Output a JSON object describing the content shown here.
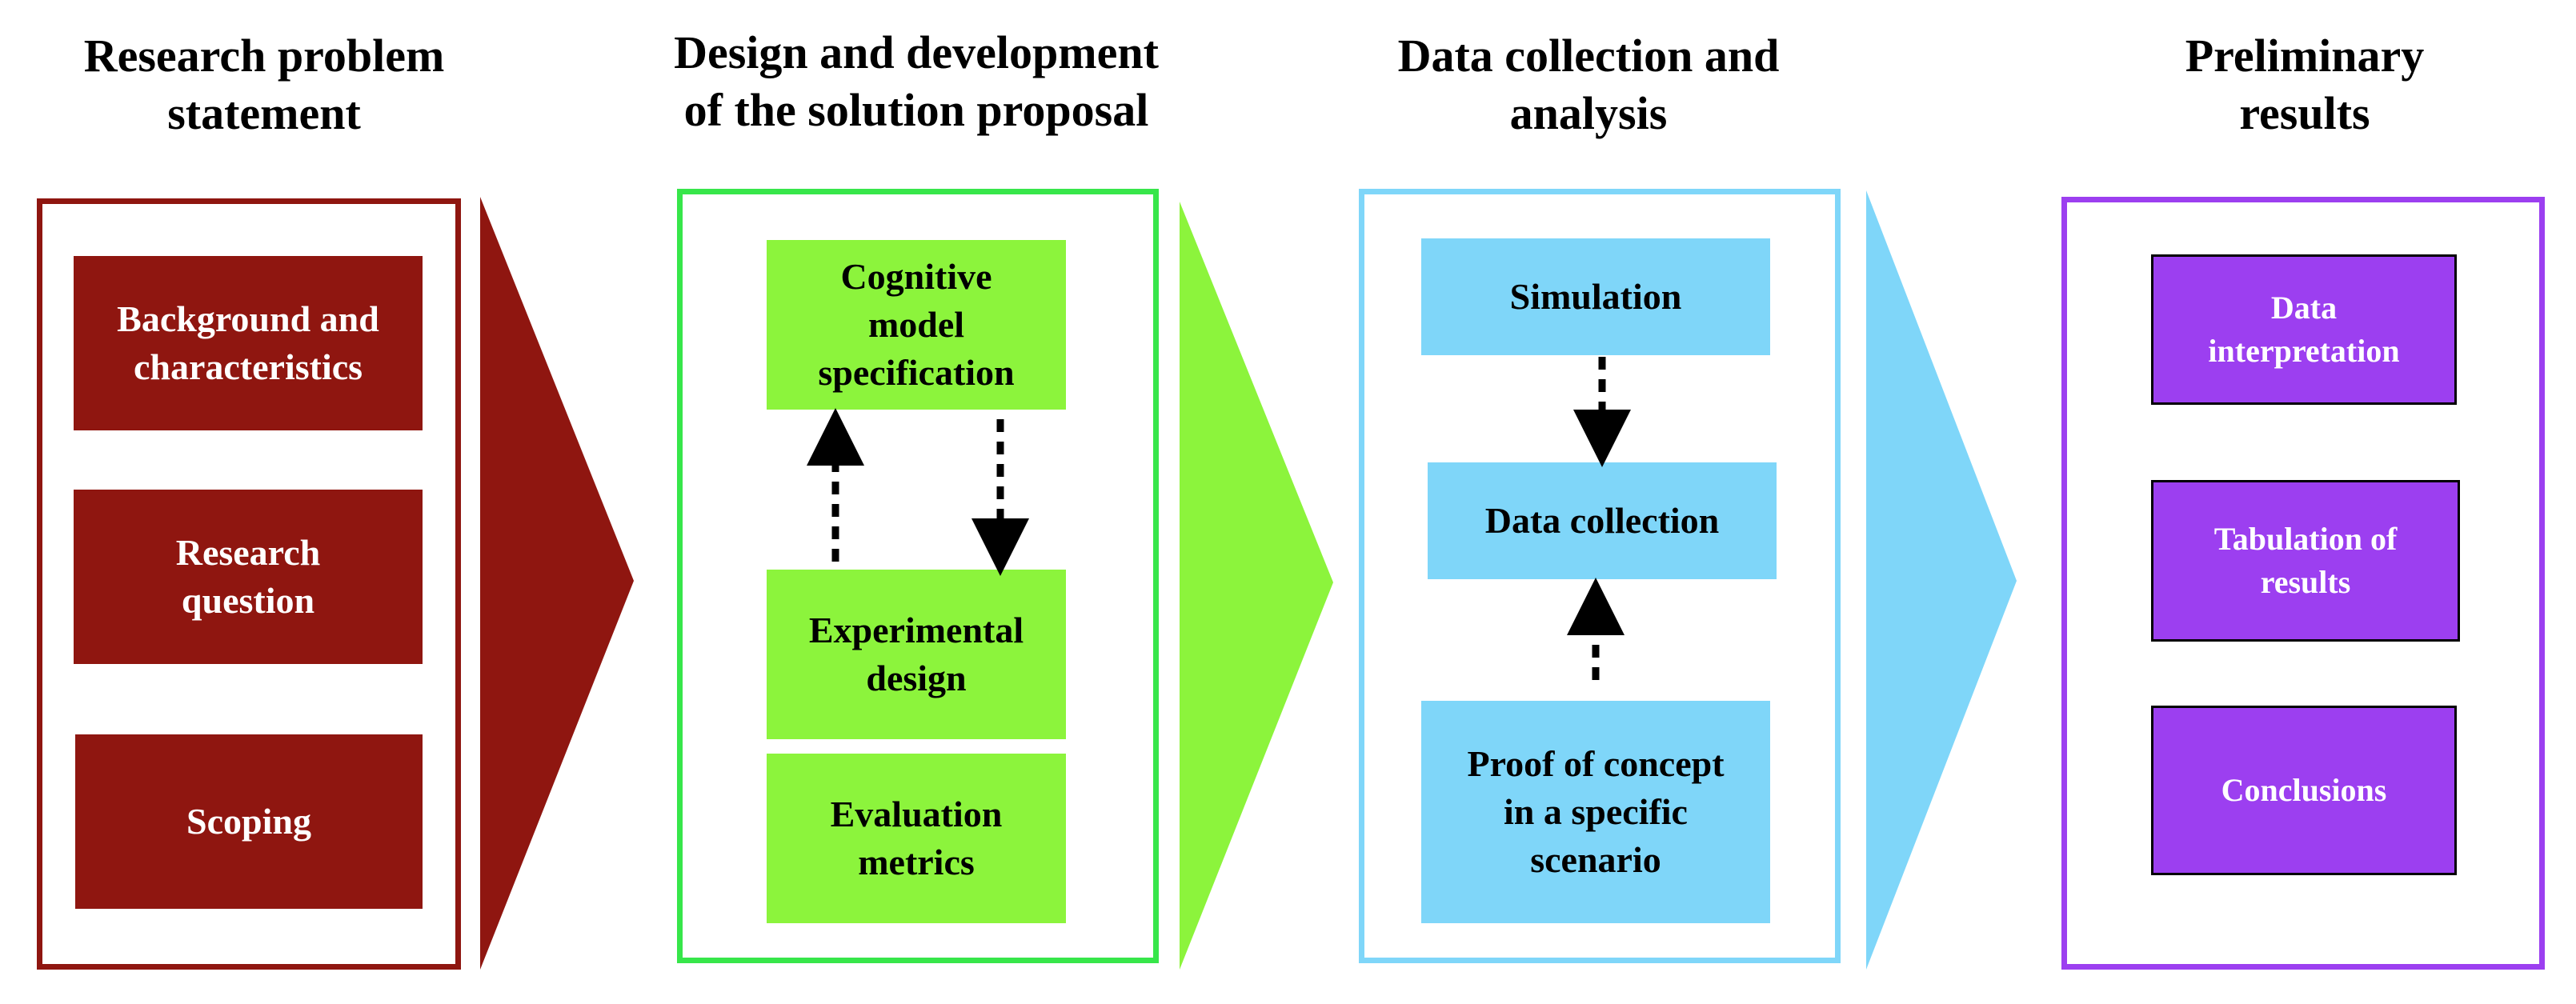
{
  "colors": {
    "stage1": "#8f1610",
    "stage2_border": "#37e64a",
    "stage2_fill": "#8cf43c",
    "stage3_border": "#7fd6f9",
    "stage3_fill": "#7fd6f9",
    "stage4": "#9c3ff0",
    "connector": "#000000"
  },
  "stages": [
    {
      "heading": "Research problem\nstatement",
      "boxes": [
        "Background and\ncharacteristics",
        "Research\nquestion",
        "Scoping"
      ]
    },
    {
      "heading": "Design and development\nof the solution proposal",
      "boxes": [
        "Cognitive\nmodel\nspecification",
        "Experimental\ndesign",
        "Evaluation\nmetrics"
      ]
    },
    {
      "heading": "Data collection and\nanalysis",
      "boxes": [
        "Simulation",
        "Data collection",
        "Proof of concept\nin a specific\nscenario"
      ]
    },
    {
      "heading": "Preliminary\nresults",
      "boxes": [
        "Data\ninterpretation",
        "Tabulation of\nresults",
        "Conclusions"
      ]
    }
  ]
}
